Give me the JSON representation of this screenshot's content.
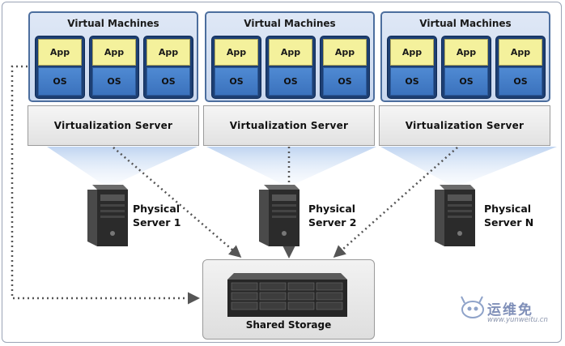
{
  "vm_group_title": "Virtual Machines",
  "vm": {
    "app_label": "App",
    "os_label": "OS"
  },
  "virtualization_server_label": "Virtualization Server",
  "physical_servers": [
    {
      "line1": "Physical",
      "line2": "Server 1"
    },
    {
      "line1": "Physical",
      "line2": "Server 2"
    },
    {
      "line1": "Physical",
      "line2": "Server N"
    }
  ],
  "storage_label": "Shared Storage",
  "watermark": {
    "text": "运维免",
    "url": "www.yunweitu.cn"
  },
  "colors": {
    "vm_group_border": "#4c6e9e",
    "vm_frame": "#1d3f73",
    "app": "#f4f19c",
    "os": "#4a82cc",
    "connector": "#555555"
  }
}
